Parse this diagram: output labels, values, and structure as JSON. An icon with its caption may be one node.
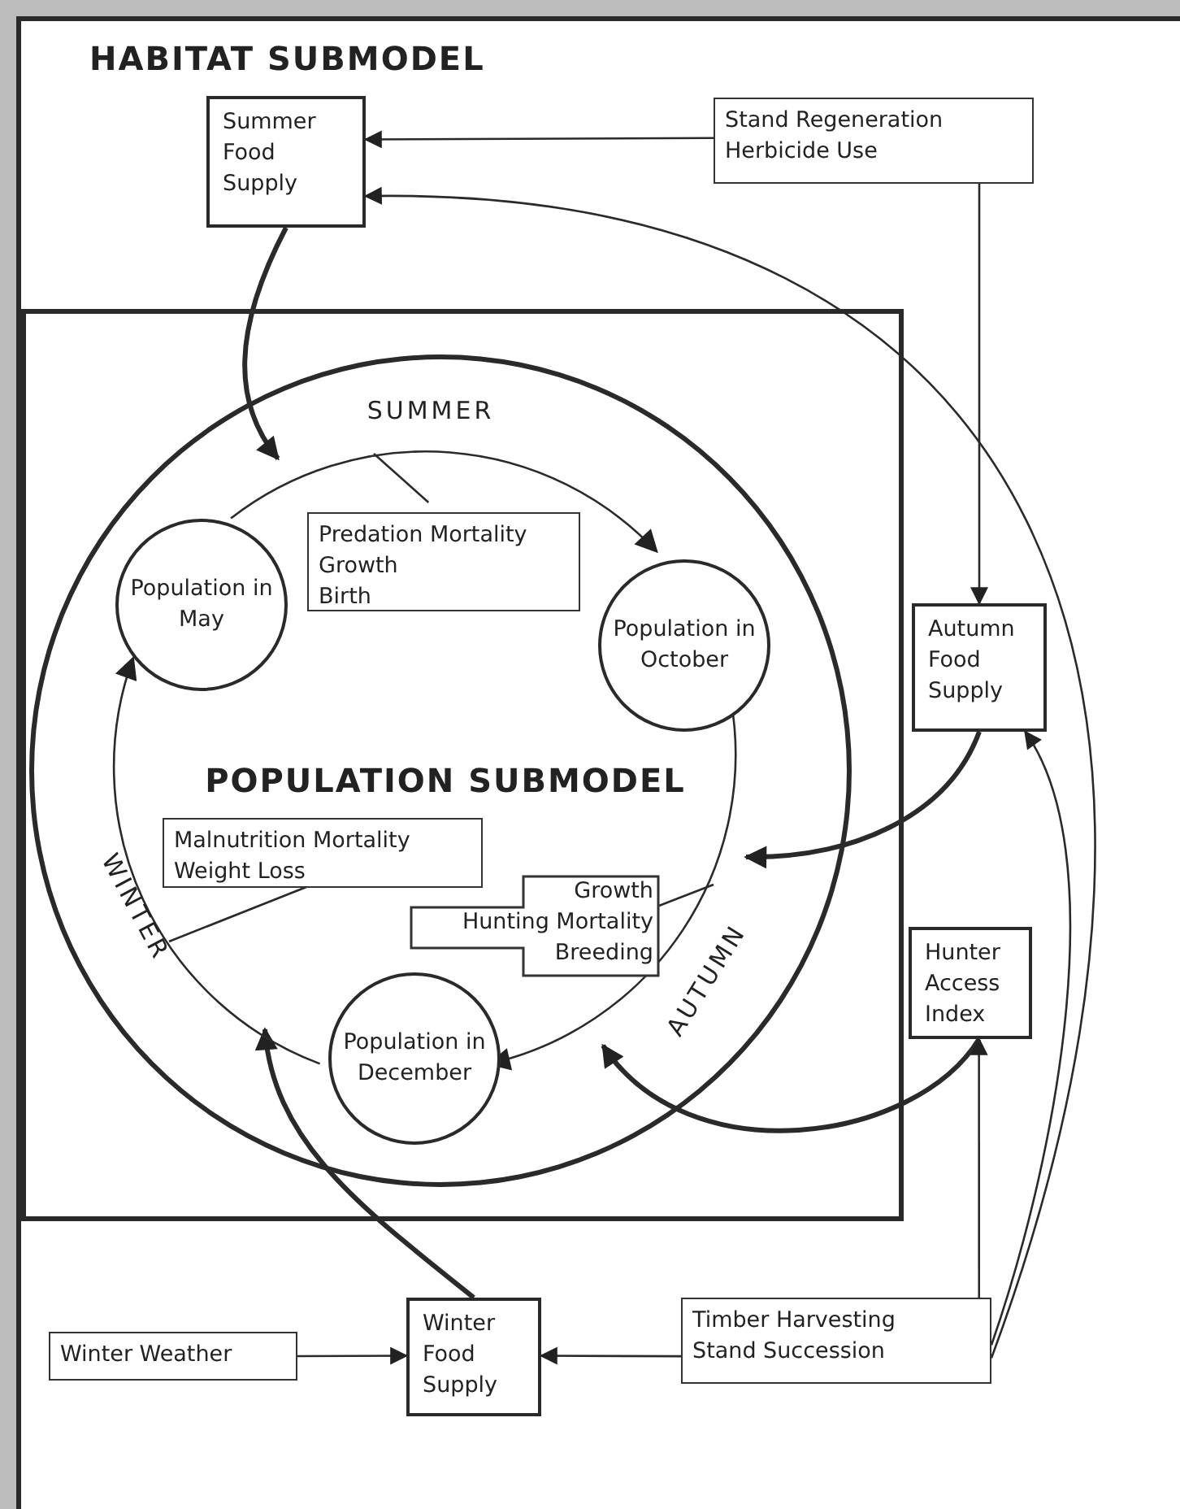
{
  "diagram": {
    "nodes": [
      {
        "text": [
          "HABITAT SUBMODEL"
        ]
      },
      {
        "text": [
          "Summer Food Supply"
        ],
        "in": 0
      },
      {
        "text": [
          "Stand Regeneration",
          "Herbicide Use"
        ],
        "in": 0
      },
      {
        "text": [],
        "shape": "box",
        "in": 0
      },
      {
        "text": [
          "POPULATION SUBMODEL"
        ],
        "in": 3
      },
      {
        "text": [
          "Population in May"
        ],
        "in": 4
      },
      {
        "text": [
          "Predation Mortality",
          "Growth",
          "Birth"
        ],
        "in": 4
      },
      {
        "text": [
          "Population in October"
        ],
        "in": 4
      },
      {
        "text": [
          "Malnutrition Mortality",
          "Weight Loss"
        ],
        "in": 4
      },
      {
        "text": [
          "Growth",
          "Hunting Mortality",
          "Breeding"
        ],
        "in": 4
      },
      {
        "text": [
          "Population in December"
        ],
        "in": 4
      },
      {
        "text": [
          "Autumn Food Supply"
        ],
        "in": 0
      },
      {
        "text": [
          "Hunter Access Index"
        ],
        "in": 0
      },
      {
        "text": [
          "Winter Weather"
        ],
        "in": 0
      },
      {
        "text": [
          "Winter Food Supply"
        ],
        "in": 0
      },
      {
        "text": [
          "Timber Harvesting",
          "Stand Succession"
        ],
        "in": 0
      }
    ],
    "edges": [
      {
        "from": 2,
        "to": 1,
        "arrow": "to"
      },
      {
        "from": 15,
        "to": 1,
        "arrow": "to"
      },
      {
        "from": 2,
        "to": 11,
        "arrow": "to"
      },
      {
        "from": 1,
        "to": null,
        "arrow": "to",
        "style": "thick"
      },
      {
        "from": 11,
        "to": null,
        "arrow": "to",
        "style": "thick"
      },
      {
        "from": 12,
        "to": null,
        "arrow": "to",
        "style": "thick"
      },
      {
        "from": 14,
        "to": null,
        "arrow": "to",
        "style": "thick"
      },
      {
        "from": 13,
        "to": 14,
        "arrow": "to"
      },
      {
        "from": 15,
        "to": 14,
        "arrow": "to"
      },
      {
        "from": 15,
        "to": 12,
        "arrow": "to"
      },
      {
        "from": 15,
        "to": 11,
        "arrow": "to"
      },
      {
        "from": 5,
        "to": 7,
        "arrow": "to",
        "label": "SUMMER"
      },
      {
        "from": 7,
        "to": 10,
        "arrow": "to",
        "label": "AUTUMN"
      },
      {
        "from": 10,
        "to": 5,
        "arrow": "to",
        "label": "WINTER"
      },
      {
        "from": 6,
        "to": null,
        "arrow": "none"
      },
      {
        "from": 8,
        "to": null,
        "arrow": "none"
      },
      {
        "from": 9,
        "to": null,
        "arrow": "none"
      }
    ]
  }
}
